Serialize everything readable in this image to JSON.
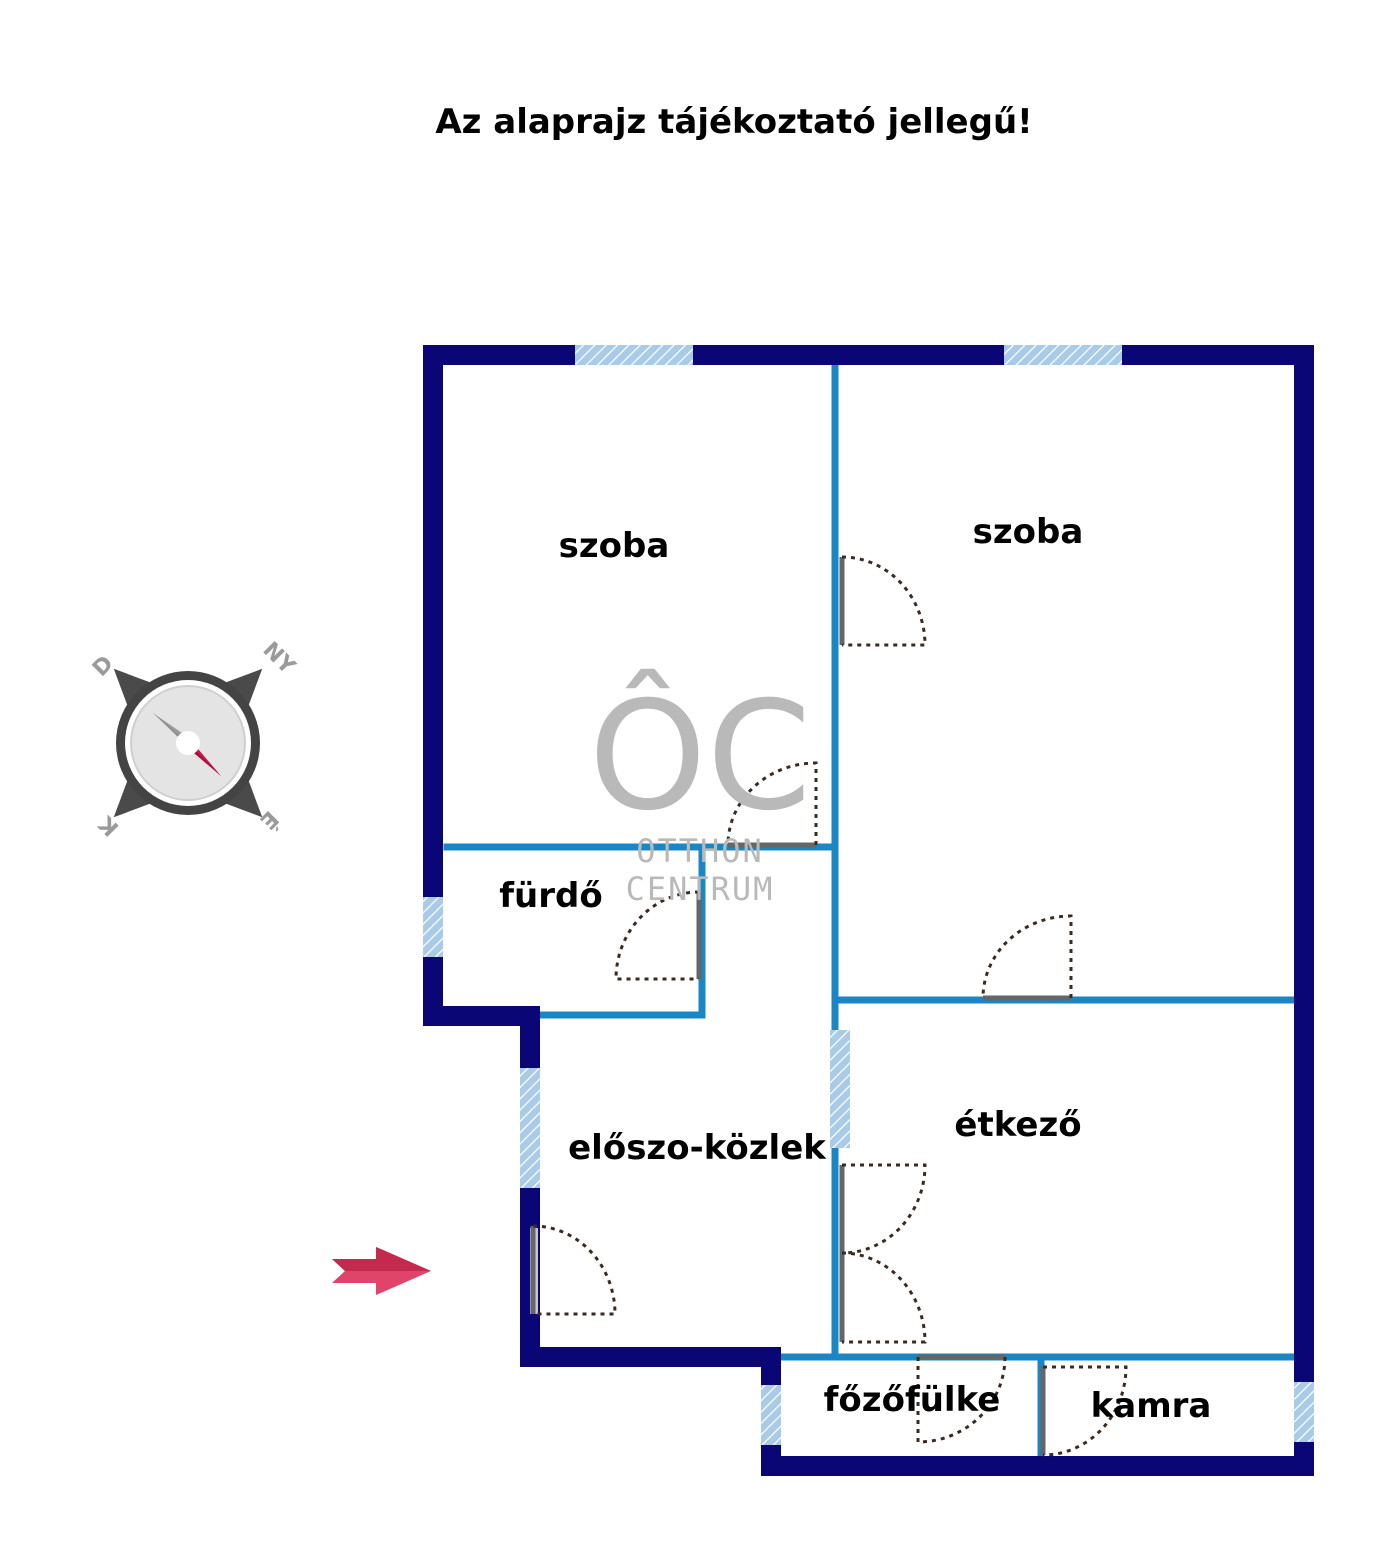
{
  "title": "Az alaprajz tájékoztató jellegű!",
  "rooms": {
    "szoba_1": "szoba",
    "szoba_2": "szoba",
    "furdo": "fürdő",
    "eloszo": "előszo-közlek",
    "etkezo": "étkező",
    "fozofulke": "főzőfülke",
    "kamra": "kamra"
  },
  "compass": {
    "north": "NY",
    "west": "D",
    "south": "K",
    "east": "É"
  },
  "logo": {
    "mark": "ÔC",
    "line1": "OTTHON",
    "line2": "CENTRUM"
  },
  "colors": {
    "outer_wall": "#0b0675",
    "inner_wall": "#1a87c4",
    "window": "#9cc3e2",
    "door_leaf": "#666666",
    "entrance_arrow": "#d83a5d",
    "compass_needle": "#c8174f"
  },
  "icons": {
    "compass": "compass-icon",
    "entrance": "entrance-arrow-icon"
  }
}
